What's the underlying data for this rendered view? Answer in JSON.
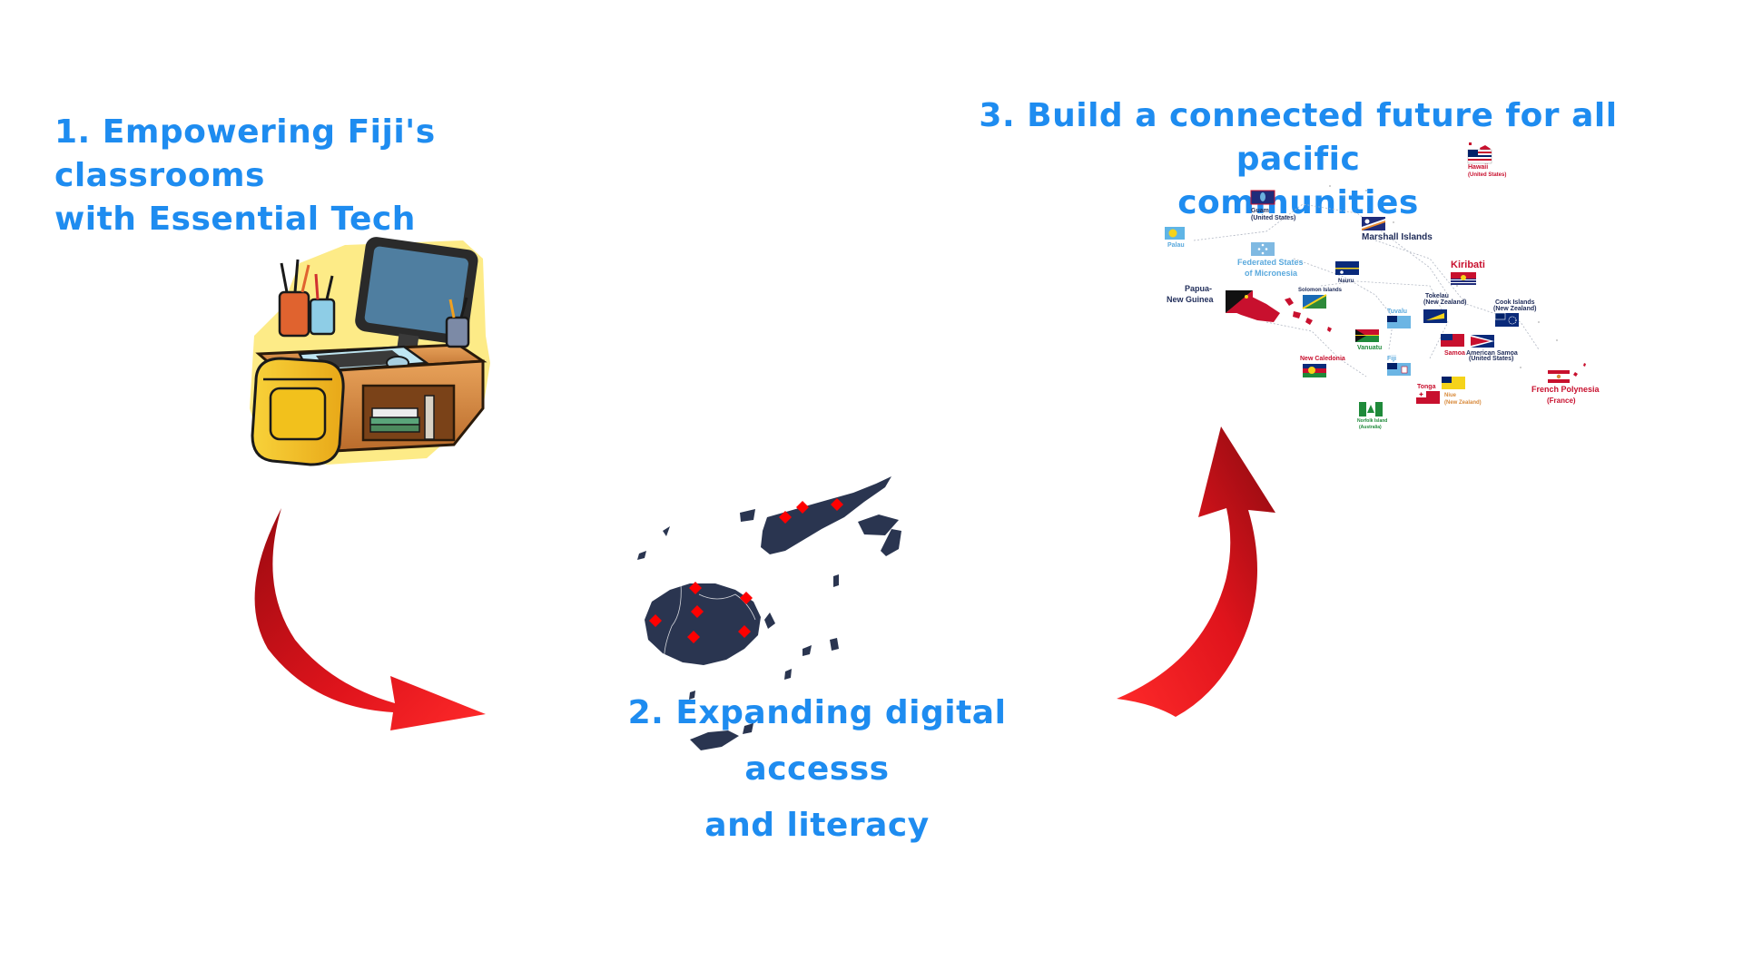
{
  "steps": [
    {
      "lines": [
        "1. Empowering Fiji's classrooms",
        "with Essential Tech"
      ]
    },
    {
      "lines": [
        "2. Expanding digital accesss",
        "and literacy"
      ]
    },
    {
      "lines": [
        "3. Build a connected future for all pacific",
        "communities"
      ]
    }
  ],
  "pacific_map": {
    "labels": {
      "hawaii": "Hawaii",
      "hawaii_sub": "(United States)",
      "guam": "Guam",
      "guam_sub": "(United States)",
      "palau": "Palau",
      "marshall": "Marshall Islands",
      "micronesia_1": "Federated States",
      "micronesia_2": "of Micronesia",
      "nauru": "Nauru",
      "kiribati": "Kiribati",
      "png_1": "Papua-",
      "png_2": "New Guinea",
      "solomon": "Solomon Islands",
      "tuvalu": "Tuvalu",
      "tokelau_1": "Tokelau",
      "tokelau_2": "(New Zealand)",
      "cook_1": "Cook Islands",
      "cook_2": "(New Zealand)",
      "vanuatu": "Vanuatu",
      "samoa": "Samoa",
      "amsamoa_1": "American Samoa",
      "amsamoa_2": "(United States)",
      "newcal": "New Caledonia",
      "fiji": "Fiji",
      "tonga": "Tonga",
      "niue_1": "Niue",
      "niue_2": "(New Zealand)",
      "frpoly_1": "French Polynesia",
      "frpoly_2": "(France)",
      "norfolk_1": "Norfolk Island",
      "norfolk_2": "(Australia)"
    }
  },
  "colors": {
    "title": "#1e8cf0",
    "arrow": "#d4101a",
    "fiji_land": "#2a3550",
    "marker": "#ff0000"
  }
}
